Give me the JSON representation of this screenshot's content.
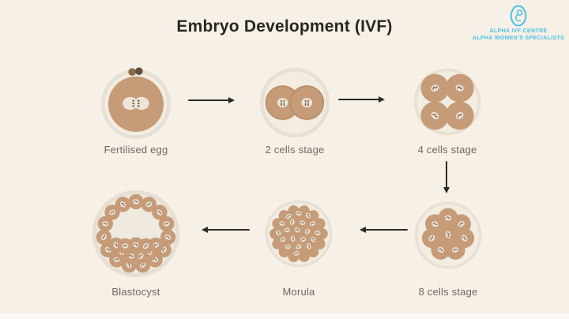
{
  "header": {
    "title": "Embryo Development (IVF)"
  },
  "logo": {
    "line1": "ALPHA IVF CENTRE",
    "line2": "ALPHA WOMEN'S SPECIALISTS",
    "color": "#4ec1e7"
  },
  "stages": [
    {
      "label": "Fertilised egg"
    },
    {
      "label": "2 cells stage"
    },
    {
      "label": "4 cells stage"
    },
    {
      "label": "8 cells stage"
    },
    {
      "label": "Morula"
    },
    {
      "label": "Blastocyst"
    }
  ],
  "arrows": [
    {
      "from": "Fertilised egg",
      "to": "2 cells stage",
      "direction": "right"
    },
    {
      "from": "2 cells stage",
      "to": "4 cells stage",
      "direction": "right"
    },
    {
      "from": "4 cells stage",
      "to": "8 cells stage",
      "direction": "down"
    },
    {
      "from": "8 cells stage",
      "to": "Morula",
      "direction": "left"
    },
    {
      "from": "Morula",
      "to": "Blastocyst",
      "direction": "left"
    }
  ],
  "colors": {
    "background": "#f6f0e7",
    "cell_tan": "#c59b78",
    "outer_ring": "#e8e0d4",
    "inner_ring": "#f2ece1",
    "nucleus": "#ece5d8",
    "chromatin": "#6f543c",
    "label_text": "#6e6860",
    "title_text": "#2a2722",
    "arrow": "#2e2a25",
    "logo_blue": "#4ec1e7"
  }
}
